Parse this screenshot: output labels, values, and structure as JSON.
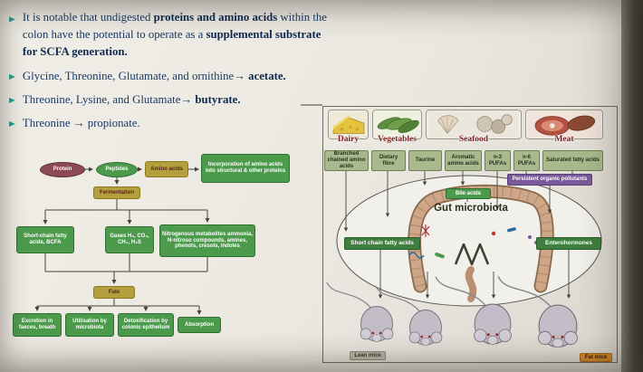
{
  "bullets": [
    {
      "segments": [
        {
          "t": "It is notable that undigested ",
          "b": false
        },
        {
          "t": "proteins and amino acids",
          "b": true
        },
        {
          "t": " within the colon have the potential to operate as a ",
          "b": false
        },
        {
          "t": "supplemental substrate for SCFA generation.",
          "b": true
        }
      ]
    },
    {
      "segments": [
        {
          "t": "Glycine, Threonine, Glutamate, and ornithine",
          "b": false
        },
        {
          "t": "→ ",
          "b": true
        },
        {
          "t": "acetate.",
          "b": true
        }
      ]
    },
    {
      "segments": [
        {
          "t": "Threonine, Lysine, and Glutamate",
          "b": false
        },
        {
          "t": "→ ",
          "b": true
        },
        {
          "t": "butyrate.",
          "b": true
        }
      ]
    },
    {
      "segments": [
        {
          "t": "Threonine ",
          "b": false
        },
        {
          "t": "→ ",
          "b": true
        },
        {
          "t": "propionate.",
          "b": false
        }
      ]
    }
  ],
  "flowchart": {
    "protein": "Protein",
    "peptides": "Peptides",
    "amino_acids": "Amino acids",
    "incorporation": "Incorporation of amino acids into structural & other proteins",
    "fermentation": "Fermentation",
    "products": {
      "scfa": "Short-chain fatty acids, BCFA",
      "gases": "Gases H₂, CO₂, CH₄, H₂S",
      "nitrogenous": "Nitrogenous metabolites ammonia, N-nitroso compounds, amines, phenols, cresols, indoles"
    },
    "fate": "Fate",
    "fates": {
      "excretion": "Excretion in faeces, breath",
      "utilisation": "Utilisation by microbiota",
      "detoxification": "Detoxification by colonic epithelium",
      "absorption": "Absorption"
    }
  },
  "diagram": {
    "foods": [
      {
        "label": "Dairy"
      },
      {
        "label": "Vegetables"
      },
      {
        "label": "Seafood"
      },
      {
        "label": "Meat"
      }
    ],
    "factors": [
      "Branched chained amino acids",
      "Dietary fibre",
      "Taurine",
      "Aromatic amino acids",
      "n-3 PUFAs",
      "n-6 PUFAs",
      "Saturated fatty acids"
    ],
    "pollutants": "Persistent organic pollutants",
    "bile_acids": "Bile acids",
    "gut_title": "Gut microbiota",
    "scfa": "Short chain fatty acids",
    "enterohormones": "Enterohormones",
    "lean": "Lean mice",
    "fat": "Fat mice"
  },
  "colors": {
    "accent_teal": "#2a9d8f",
    "ink": "#173a66",
    "green_box": "#4c9a4c",
    "mustard": "#b3a03c",
    "maroon": "#8d4a55",
    "purple": "#7a5a9a",
    "factor_green": "#aab98d",
    "dark_green": "#3f7f3f",
    "orange": "#d98a2b"
  }
}
